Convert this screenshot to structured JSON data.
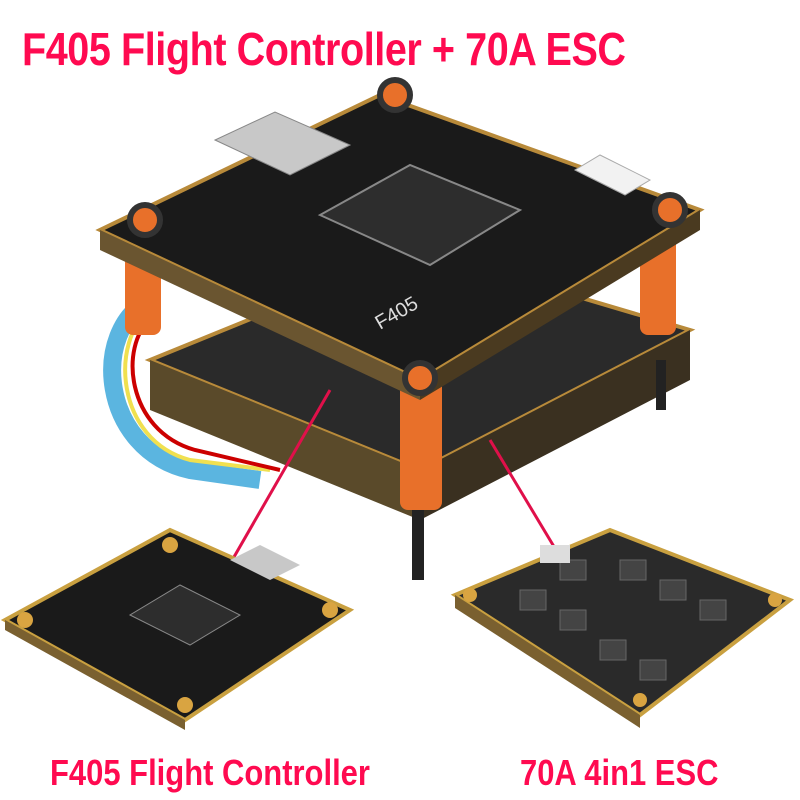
{
  "title": "F405 Flight Controller + 70A ESC",
  "captions": {
    "flight_controller": "F405 Flight Controller",
    "esc": "70A 4in1 ESC"
  },
  "board_marking": "F405",
  "colors": {
    "caption": "#ff0a50",
    "pcb": "#1a1a1a",
    "standoff": "#e8702a",
    "pad": "#d9a441",
    "pointer": "#e0104a"
  }
}
